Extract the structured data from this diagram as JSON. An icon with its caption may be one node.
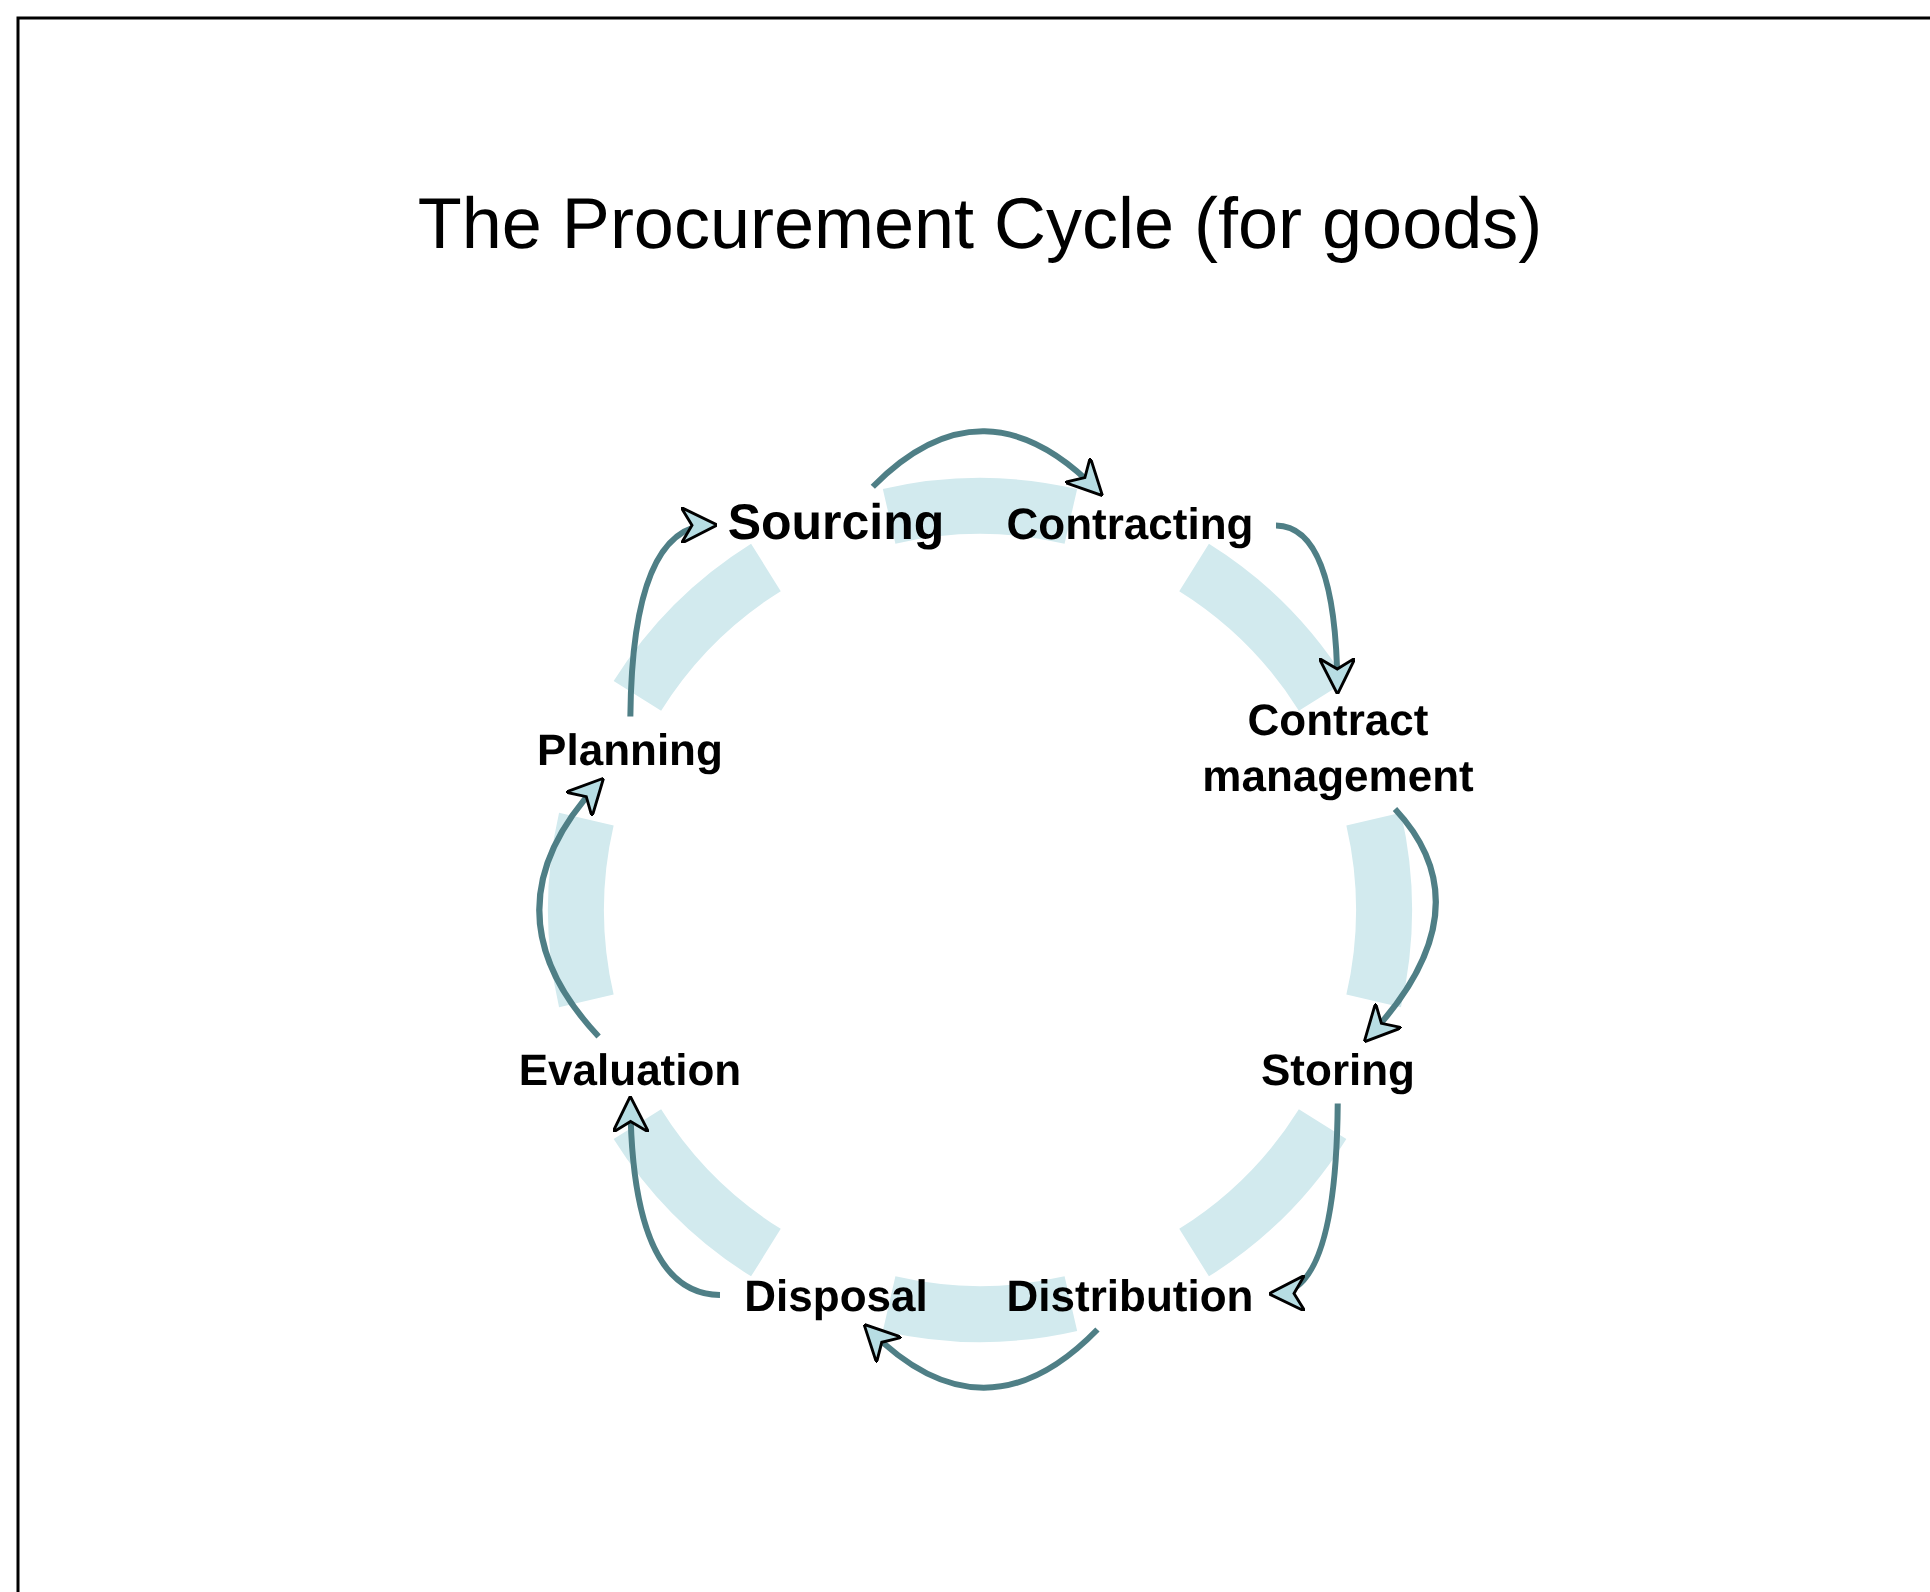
{
  "diagram": {
    "title": "The Procurement Cycle (for goods)",
    "nodes": [
      {
        "text": [
          "Sourcing"
        ]
      },
      {
        "text": [
          "Contracting"
        ]
      },
      {
        "text": [
          "Contract management"
        ]
      },
      {
        "text": [
          "Storing"
        ]
      },
      {
        "text": [
          "Distribution"
        ]
      },
      {
        "text": [
          "Disposal"
        ]
      },
      {
        "text": [
          "Evaluation"
        ]
      },
      {
        "text": [
          "Planning"
        ]
      }
    ],
    "edges": [
      {
        "from": 0,
        "to": 1,
        "arrow": "to"
      },
      {
        "from": 1,
        "to": 2,
        "arrow": "to"
      },
      {
        "from": 2,
        "to": 3,
        "arrow": "to"
      },
      {
        "from": 3,
        "to": 4,
        "arrow": "to"
      },
      {
        "from": 4,
        "to": 5,
        "arrow": "to"
      },
      {
        "from": 5,
        "to": 6,
        "arrow": "to"
      },
      {
        "from": 6,
        "to": 7,
        "arrow": "to"
      },
      {
        "from": 7,
        "to": 0,
        "arrow": "to"
      }
    ]
  }
}
